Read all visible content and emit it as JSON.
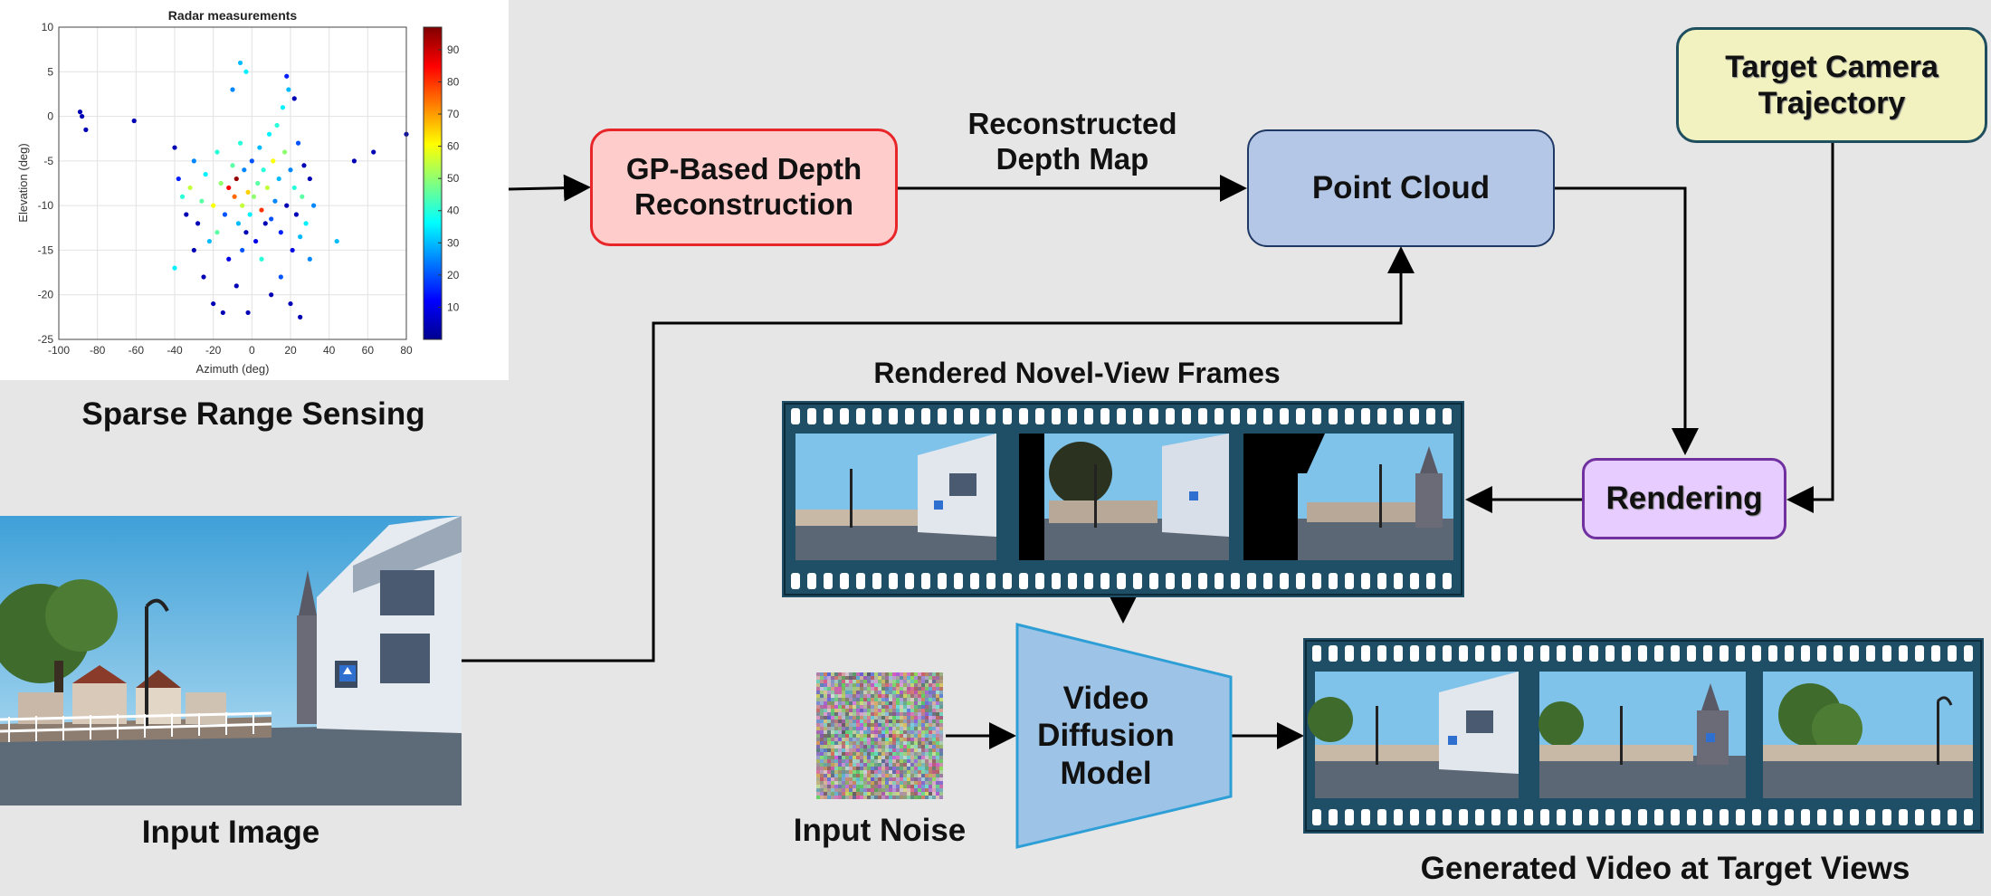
{
  "colors": {
    "background": "#e6e6e6",
    "gp_fill": "#ffcccc",
    "gp_border": "#e8262a",
    "pc_fill": "#b4c7e7",
    "pc_border": "#1f3864",
    "traj_fill": "#f2f2c0",
    "traj_border": "#1f4e5f",
    "render_fill": "#e6ccff",
    "render_border": "#7030a0",
    "film": "#1f4e67",
    "vdm_fill": "#9dc3e6",
    "vdm_border": "#2e9fd6"
  },
  "radar_plot": {
    "title": "Radar measurements",
    "xlabel": "Azimuth (deg)",
    "ylabel": "Elevation (deg)",
    "x_ticks": [
      "-100",
      "-80",
      "-60",
      "-40",
      "-20",
      "0",
      "20",
      "40",
      "60",
      "80"
    ],
    "y_ticks": [
      "10",
      "5",
      "0",
      "-5",
      "-10",
      "-15",
      "-20",
      "-25"
    ],
    "colorbar_ticks": [
      "90",
      "80",
      "70",
      "60",
      "50",
      "40",
      "30",
      "20",
      "10"
    ]
  },
  "chart_data": {
    "type": "scatter",
    "title": "Radar measurements",
    "xlabel": "Azimuth (deg)",
    "ylabel": "Elevation (deg)",
    "xlim": [
      -100,
      80
    ],
    "ylim": [
      -25,
      10
    ],
    "color_range": [
      0,
      97
    ],
    "grid": true,
    "points": [
      [
        -89,
        0.5,
        5
      ],
      [
        -88,
        0,
        5
      ],
      [
        -86,
        -1.5,
        5
      ],
      [
        -61,
        -0.5,
        5
      ],
      [
        80,
        -2,
        5
      ],
      [
        63,
        -4,
        5
      ],
      [
        53,
        -5,
        5
      ],
      [
        44,
        -14,
        30
      ],
      [
        -40,
        -3.5,
        5
      ],
      [
        -38,
        -7,
        15
      ],
      [
        -36,
        -9,
        40
      ],
      [
        -34,
        -11,
        5
      ],
      [
        -32,
        -8,
        55
      ],
      [
        -30,
        -5,
        25
      ],
      [
        -28,
        -12,
        5
      ],
      [
        -26,
        -9.5,
        45
      ],
      [
        -24,
        -6.5,
        35
      ],
      [
        -22,
        -14,
        30
      ],
      [
        -20,
        -10,
        60
      ],
      [
        -18,
        -4,
        40
      ],
      [
        -16,
        -7.5,
        50
      ],
      [
        -14,
        -11,
        20
      ],
      [
        -12,
        -8,
        85
      ],
      [
        -10,
        -5.5,
        45
      ],
      [
        -9,
        -9,
        75
      ],
      [
        -8,
        -7,
        95
      ],
      [
        -7,
        -12,
        30
      ],
      [
        -6,
        -3,
        40
      ],
      [
        -5,
        -10,
        55
      ],
      [
        -4,
        -6,
        25
      ],
      [
        -3,
        -13,
        5
      ],
      [
        -2,
        -8.5,
        65
      ],
      [
        -1,
        -11,
        35
      ],
      [
        0,
        -5,
        20
      ],
      [
        1,
        -9,
        50
      ],
      [
        2,
        -14,
        10
      ],
      [
        3,
        -7.5,
        45
      ],
      [
        4,
        -3.5,
        30
      ],
      [
        5,
        -10.5,
        80
      ],
      [
        6,
        -6,
        40
      ],
      [
        7,
        -12,
        5
      ],
      [
        8,
        -8,
        55
      ],
      [
        9,
        -2,
        35
      ],
      [
        10,
        -11.5,
        20
      ],
      [
        11,
        -5,
        60
      ],
      [
        12,
        -9.5,
        25
      ],
      [
        13,
        -1,
        40
      ],
      [
        14,
        -7,
        30
      ],
      [
        15,
        -13,
        15
      ],
      [
        16,
        1,
        35
      ],
      [
        17,
        -4,
        50
      ],
      [
        18,
        -10,
        5
      ],
      [
        19,
        3,
        30
      ],
      [
        20,
        -6,
        25
      ],
      [
        21,
        -15,
        10
      ],
      [
        22,
        -8,
        40
      ],
      [
        23,
        -11,
        5
      ],
      [
        24,
        -3,
        20
      ],
      [
        25,
        -13.5,
        30
      ],
      [
        26,
        -9,
        45
      ],
      [
        27,
        -5.5,
        5
      ],
      [
        28,
        -12,
        35
      ],
      [
        30,
        -7,
        5
      ],
      [
        32,
        -10,
        25
      ],
      [
        -6,
        6,
        30
      ],
      [
        -10,
        3,
        25
      ],
      [
        -3,
        5,
        35
      ],
      [
        18,
        4.5,
        15
      ],
      [
        22,
        2,
        5
      ],
      [
        -12,
        -16,
        10
      ],
      [
        -8,
        -19,
        5
      ],
      [
        -15,
        -22,
        5
      ],
      [
        -20,
        -21,
        5
      ],
      [
        10,
        -20,
        5
      ],
      [
        15,
        -18,
        20
      ],
      [
        20,
        -21,
        5
      ],
      [
        -25,
        -18,
        5
      ],
      [
        -40,
        -17,
        35
      ],
      [
        -2,
        -22,
        5
      ],
      [
        25,
        -22.5,
        5
      ],
      [
        -30,
        -15,
        5
      ],
      [
        30,
        -16,
        25
      ],
      [
        -18,
        -13,
        45
      ],
      [
        5,
        -16,
        40
      ],
      [
        -5,
        -15,
        20
      ]
    ]
  },
  "labels": {
    "sparse_range": "Sparse Range Sensing",
    "input_image": "Input Image",
    "input_noise": "Input Noise",
    "rendered_frames": "Rendered Novel-View Frames",
    "generated_video": "Generated Video at Target Views",
    "reconstructed_line1": "Reconstructed",
    "reconstructed_line2": "Depth Map"
  },
  "boxes": {
    "gp_line1": "GP-Based Depth",
    "gp_line2": "Reconstruction",
    "point_cloud": "Point Cloud",
    "trajectory_line1": "Target Camera",
    "trajectory_line2": "Trajectory",
    "rendering": "Rendering",
    "vdm_line1": "Video",
    "vdm_line2": "Diffusion",
    "vdm_line3": "Model"
  }
}
